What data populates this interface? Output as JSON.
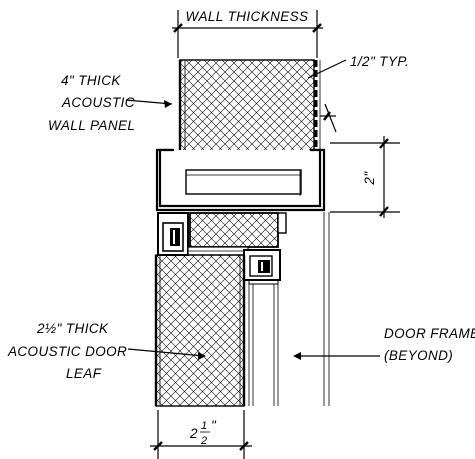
{
  "labels": {
    "wall_thickness": "WALL THICKNESS",
    "typ": "1/2\" TYP.",
    "wall_panel": [
      "4\" THICK",
      "ACOUSTIC",
      "WALL PANEL"
    ],
    "two_inch": "2\"",
    "door_leaf": [
      "2½\" THICK",
      "ACOUSTIC DOOR",
      "LEAF"
    ],
    "door_frame": [
      "DOOR FRAME",
      "(BEYOND)"
    ],
    "bottom_dim_whole": "2",
    "bottom_dim_num": "1",
    "bottom_dim_den": "2",
    "bottom_dim_inch": "\""
  },
  "colors": {
    "line": "#000000",
    "background": "#ffffff"
  }
}
